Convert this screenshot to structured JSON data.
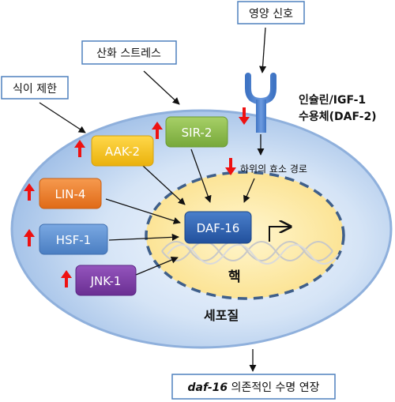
{
  "labels": {
    "nutrient_signal": "영양 신호",
    "oxidative_stress": "산화 스트레스",
    "dietary_restriction": "식이 제한",
    "receptor_line1": "인슐린/IGF-1",
    "receptor_line2": "수용체(DAF-2)",
    "downstream_pathway": "하위의 효소 경로",
    "nucleus": "핵",
    "cytoplasm": "세포질",
    "result_italic": "daf-16",
    "result_rest": " 의존적인 수명 연장"
  },
  "proteins": {
    "sir2": "SIR-2",
    "aak2": "AAK-2",
    "lin4": "LIN-4",
    "hsf1": "HSF-1",
    "jnk1": "JNK-1",
    "daf16": "DAF-16"
  },
  "colors": {
    "cell_fill": "#a9c6ea",
    "cell_stroke": "#7fa6d6",
    "nucleus_fill": "#fde99a",
    "nucleus_stroke": "#4a6a94",
    "sir2": "#8fc04e",
    "aak2": "#f5c21a",
    "lin4": "#ec7f2c",
    "hsf1": "#5b8fd0",
    "jnk1": "#7e3fa6",
    "daf16": "#2f63b3",
    "up_arrow": "#ee1111",
    "label_border": "#4f81bd"
  }
}
